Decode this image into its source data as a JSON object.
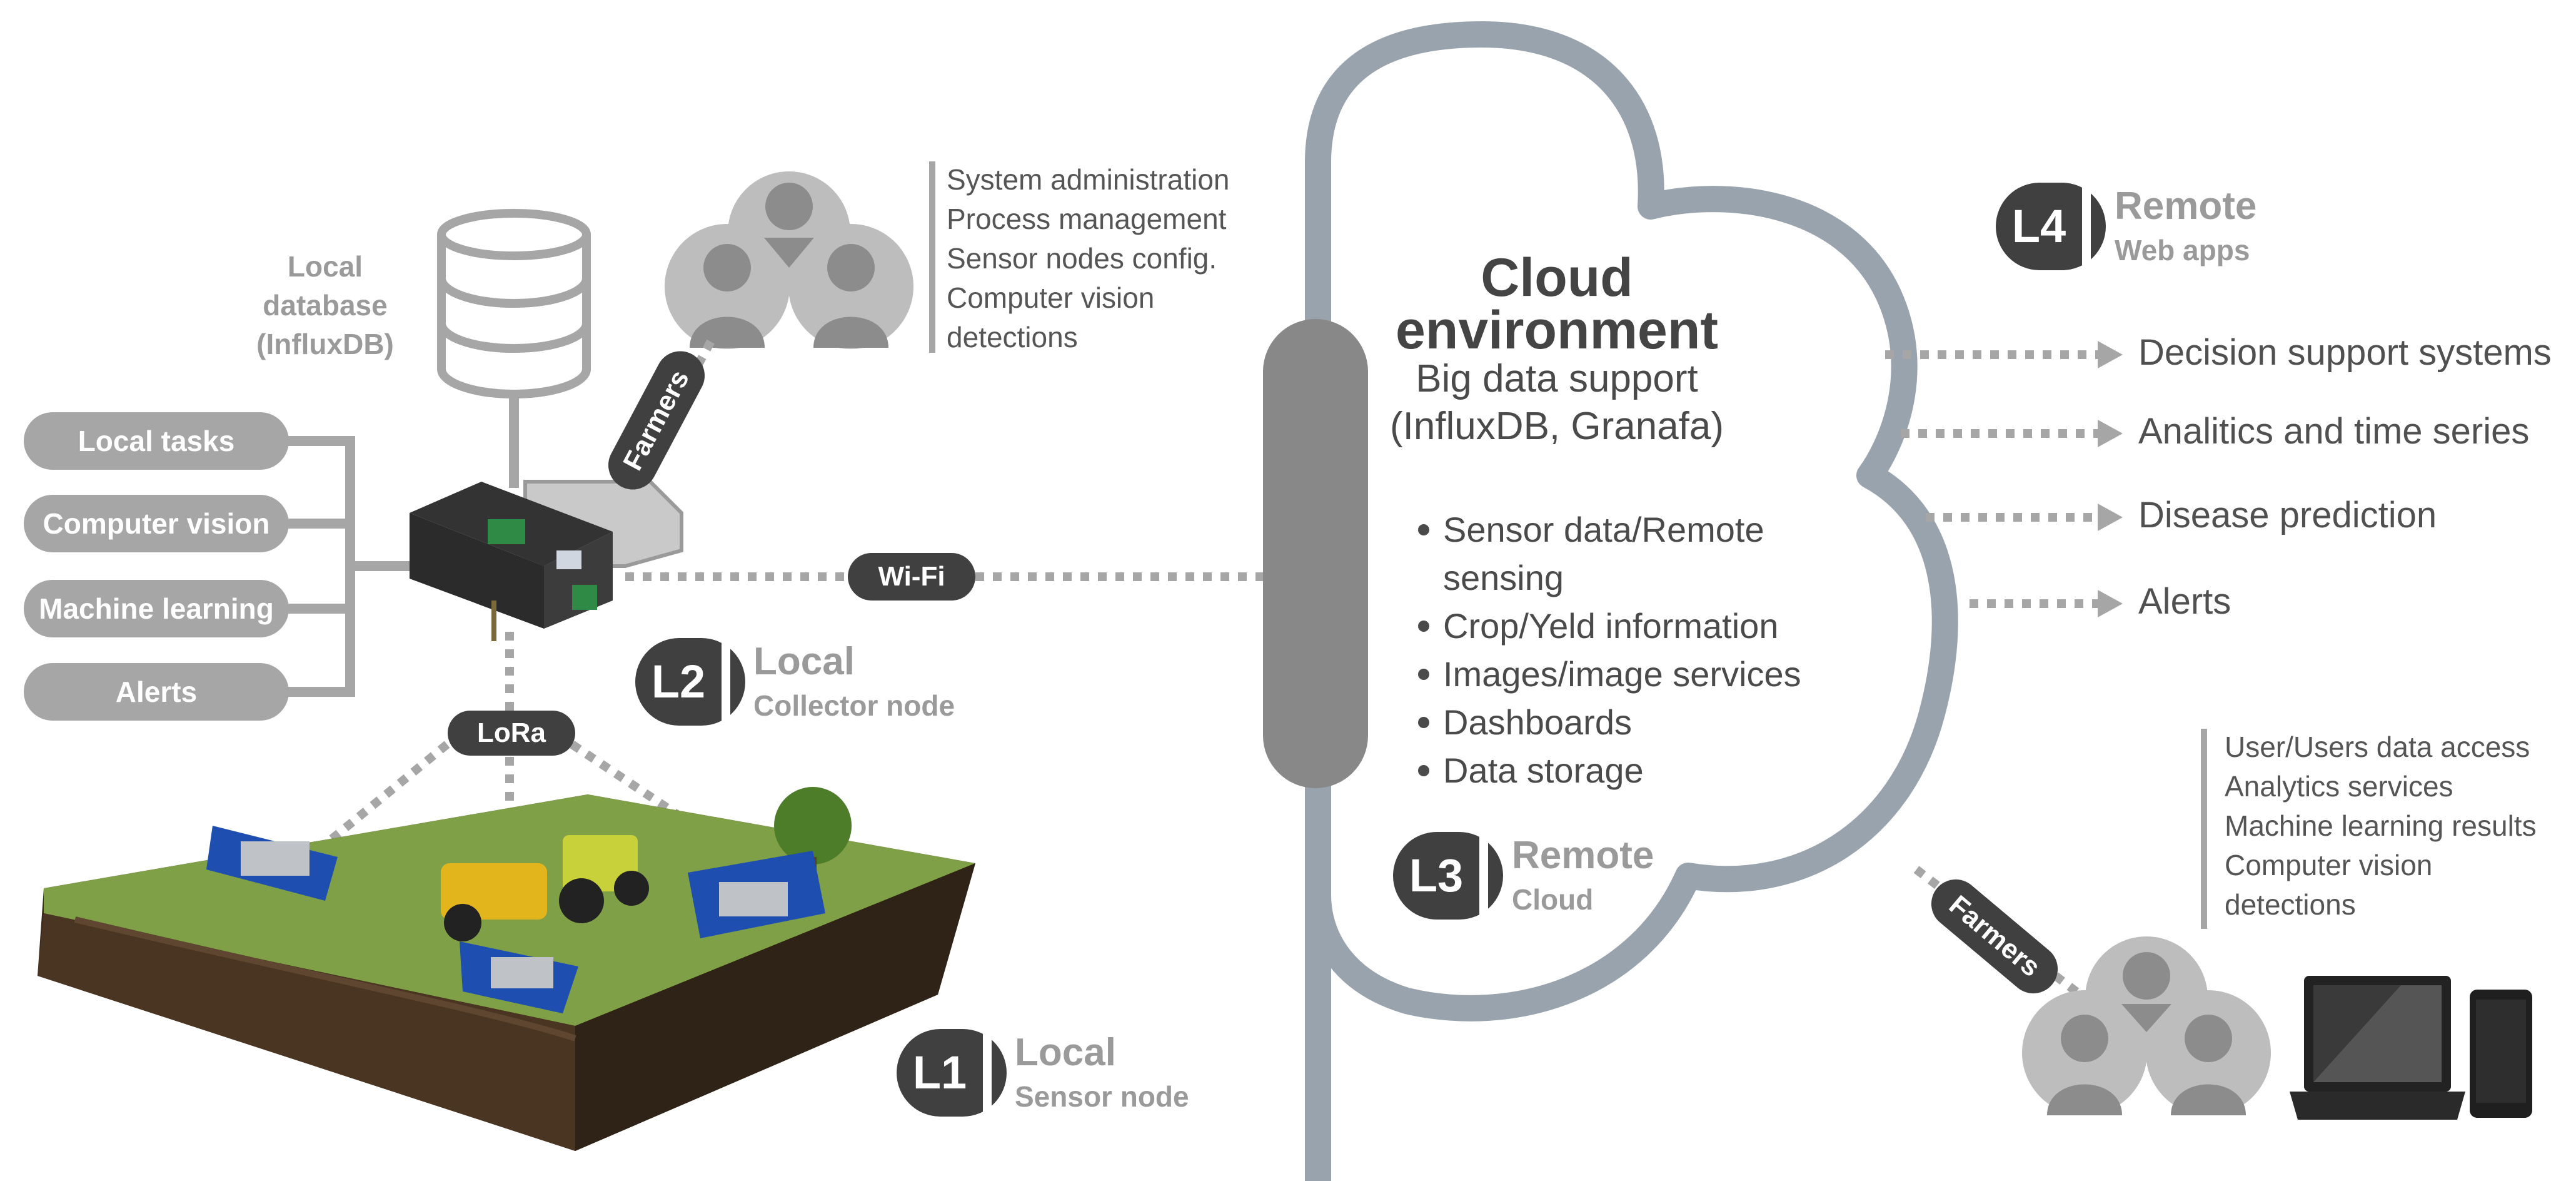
{
  "local_db": {
    "label_lines": [
      "Local",
      "database",
      "(InfluxDB)"
    ]
  },
  "local_tasks": [
    "Local tasks",
    "Computer vision",
    "Machine learning",
    "Alerts"
  ],
  "admin_list": [
    "System administration",
    "Process management",
    "Sensor nodes config.",
    "Computer vision",
    "detections"
  ],
  "connectors": {
    "farmers_top": "Farmers",
    "wifi": "Wi-Fi",
    "lora": "LoRa",
    "farmers_bottom": "Farmers"
  },
  "levels": {
    "l1": {
      "badge": "L1",
      "title": "Local",
      "subtitle": "Sensor node"
    },
    "l2": {
      "badge": "L2",
      "title": "Local",
      "subtitle": "Collector node"
    },
    "l3": {
      "badge": "L3",
      "title": "Remote",
      "subtitle": "Cloud"
    },
    "l4": {
      "badge": "L4",
      "title": "Remote",
      "subtitle": "Web apps"
    }
  },
  "cloud": {
    "title_lines": [
      "Cloud",
      "environment"
    ],
    "subtitle_lines": [
      "Big data support",
      "(InfluxDB, Granafa)"
    ],
    "bullets": [
      "Sensor data/Remote sensing",
      "Crop/Yeld information",
      "Images/image services",
      "Dashboards",
      "Data storage"
    ]
  },
  "outputs": [
    "Decision support systems",
    "Analitics and time series",
    "Disease prediction",
    "Alerts"
  ],
  "user_access_list": [
    "User/Users data access",
    "Analytics services",
    "Machine learning results",
    "Computer vision",
    "detections"
  ],
  "colors": {
    "pill_gray": "#a6a6a6",
    "badge_dark": "#404040",
    "cloud_outline": "#99a3ae",
    "text_muted": "#9a9a9a"
  }
}
